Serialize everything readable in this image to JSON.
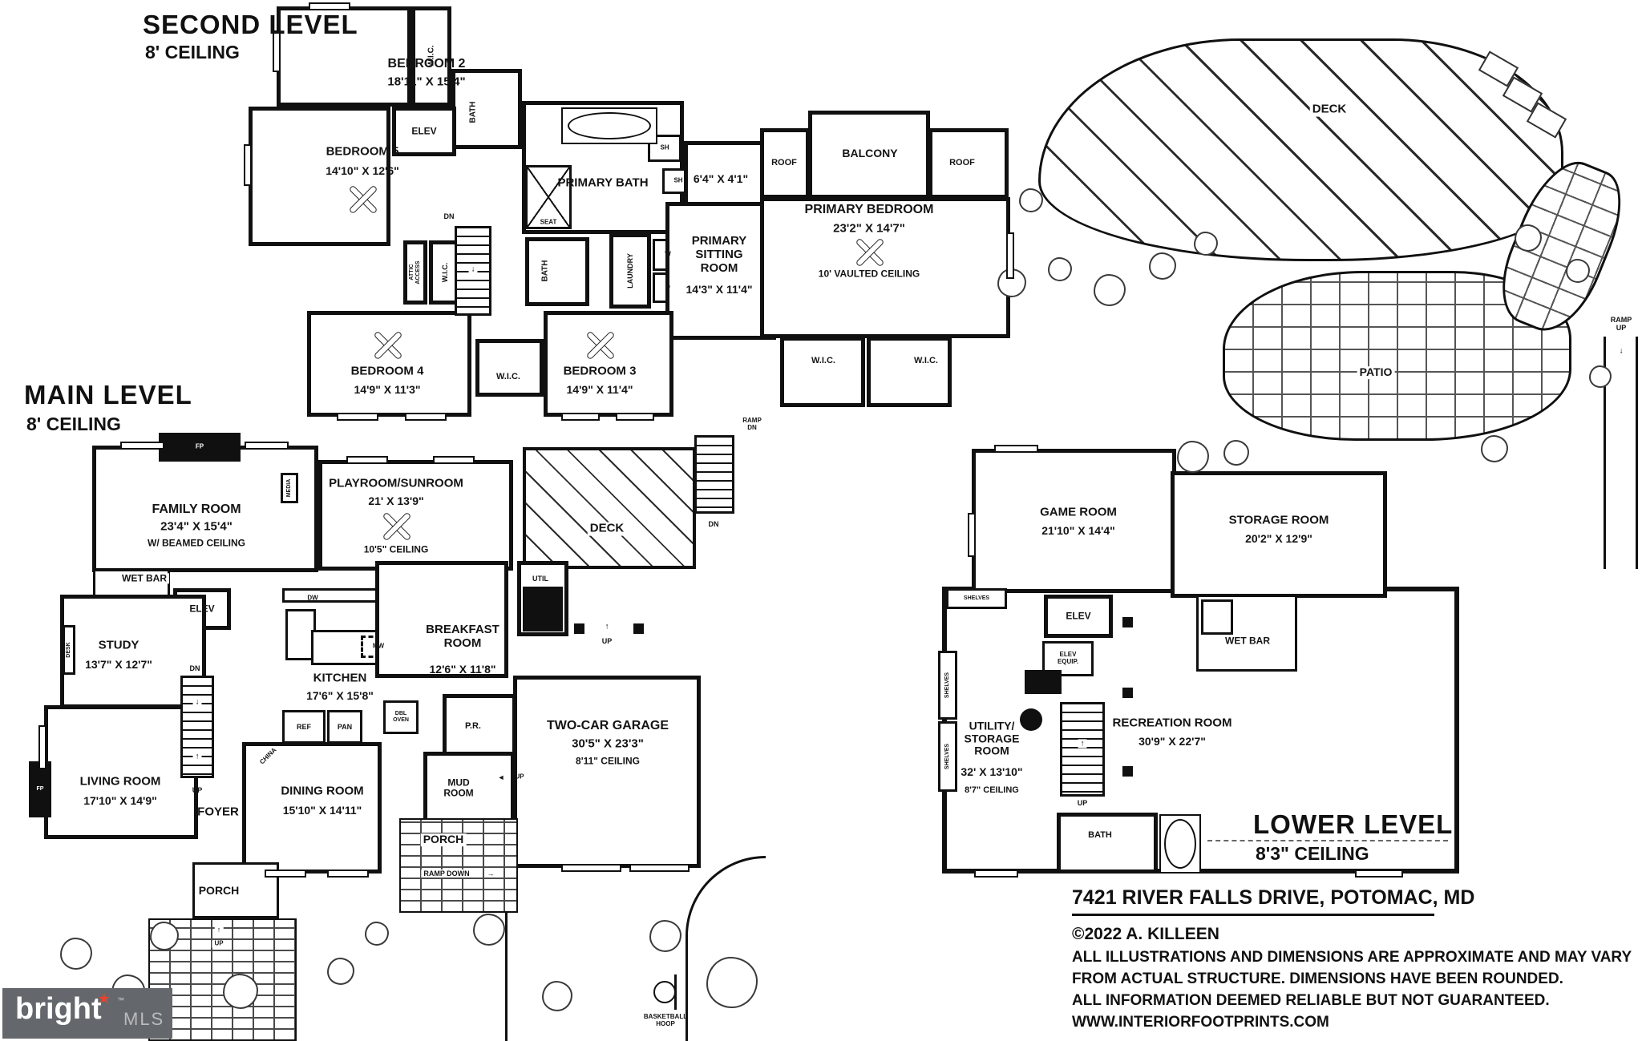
{
  "titles": {
    "second": "SECOND LEVEL",
    "second_ceiling": "8' CEILING",
    "main": "MAIN LEVEL",
    "main_ceiling": "8' CEILING",
    "lower": "LOWER LEVEL",
    "lower_ceiling": "8'3\" CEILING"
  },
  "rooms": {
    "bedroom2": {
      "name": "BEDROOM 2",
      "dims": "18'11\" X 15'4\""
    },
    "bedroom5": {
      "name": "BEDROOM 5",
      "dims": "14'10\" X 12'6\""
    },
    "bedroom4": {
      "name": "BEDROOM 4",
      "dims": "14'9\" X 11'3\""
    },
    "bedroom3": {
      "name": "BEDROOM 3",
      "dims": "14'9\" X 11'4\""
    },
    "primary_bath": {
      "name": "PRIMARY BATH"
    },
    "hall": {
      "dims": "6'4\" X 4'1\""
    },
    "primary_sitting": {
      "name": "PRIMARY\nSITTING\nROOM",
      "dims": "14'3\" X 11'4\""
    },
    "primary_bedroom": {
      "name": "PRIMARY BEDROOM",
      "dims": "23'2\" X 14'7\"",
      "note": "10' VAULTED CEILING"
    },
    "balcony": {
      "name": "BALCONY"
    },
    "family": {
      "name": "FAMILY ROOM",
      "dims": "23'4\" X 15'4\"",
      "note": "W/ BEAMED CEILING"
    },
    "playroom": {
      "name": "PLAYROOM/SUNROOM",
      "dims": "21' X 13'9\"",
      "note": "10'5\" CEILING"
    },
    "study": {
      "name": "STUDY",
      "dims": "13'7\" X 12'7\""
    },
    "kitchen": {
      "name": "KITCHEN",
      "dims": "17'6\" X 15'8\""
    },
    "breakfast": {
      "name": "BREAKFAST\nROOM",
      "dims": "12'6\" X 11'8\""
    },
    "living": {
      "name": "LIVING ROOM",
      "dims": "17'10\" X 14'9\""
    },
    "dining": {
      "name": "DINING ROOM",
      "dims": "15'10\" X 14'11\""
    },
    "garage": {
      "name": "TWO-CAR GARAGE",
      "dims": "30'5\" X 23'3\"",
      "note": "8'11\" CEILING"
    },
    "game": {
      "name": "GAME ROOM",
      "dims": "21'10\" X 14'4\""
    },
    "storage": {
      "name": "STORAGE ROOM",
      "dims": "20'2\" X 12'9\""
    },
    "utility": {
      "name": "UTILITY/\nSTORAGE\nROOM",
      "dims": "32' X 13'10\"",
      "note": "8'7\" CEILING"
    },
    "recreation": {
      "name": "RECREATION ROOM",
      "dims": "30'9\" X 22'7\""
    }
  },
  "labels": {
    "wic": "W.I.C.",
    "bath": "BATH",
    "elev": "ELEV",
    "dn": "DN",
    "up": "UP",
    "seat": "SEAT",
    "sh": "SH",
    "roof": "ROOF",
    "laundry": "LAUNDRY",
    "attic": "ATTIC\nACCESS",
    "washer": "W",
    "dryer": "D",
    "fp": "FP",
    "media": "MEDIA",
    "desk": "DESK",
    "wet_bar": "WET BAR",
    "deck": "DECK",
    "util": "UTIL",
    "dw": "DW",
    "mw": "MW",
    "ref": "REF",
    "pan": "PAN",
    "china": "CHINA",
    "dbl_oven": "DBL\nOVEN",
    "pr": "P.R.",
    "mud_room": "MUD\nROOM",
    "foyer": "FOYER",
    "porch": "PORCH",
    "ramp_down": "RAMP DOWN",
    "ramp_dn": "RAMP\nDN",
    "ramp_up": "RAMP\nUP",
    "basketball_hoop": "BASKETBALL\nHOOP",
    "shelves": "SHELVES",
    "elev_equip": "ELEV\nEQUIP.",
    "patio": "PATIO"
  },
  "icons": {
    "up_arrow": "↑",
    "down_arrow": "↓",
    "right_arrow": "→",
    "left_arrow": "◄",
    "star": "★",
    "tm": "™"
  },
  "footer": {
    "address": "7421 RIVER FALLS DRIVE, POTOMAC, MD",
    "copyright": "©2022 A. KILLEEN",
    "disclaimer1": "ALL ILLUSTRATIONS AND DIMENSIONS ARE APPROXIMATE AND MAY VARY",
    "disclaimer2": "FROM ACTUAL STRUCTURE. DIMENSIONS HAVE BEEN ROUNDED.",
    "disclaimer3": "ALL INFORMATION DEEMED RELIABLE BUT NOT GUARANTEED.",
    "website": "WWW.INTERIORFOOTPRINTS.COM"
  },
  "logo": {
    "brand": "bright",
    "suffix": "MLS"
  },
  "colors": {
    "ink": "#101010",
    "logo_bg": "#64686c",
    "logo_star": "#e8432d",
    "logo_suffix": "#b9bbbd"
  }
}
